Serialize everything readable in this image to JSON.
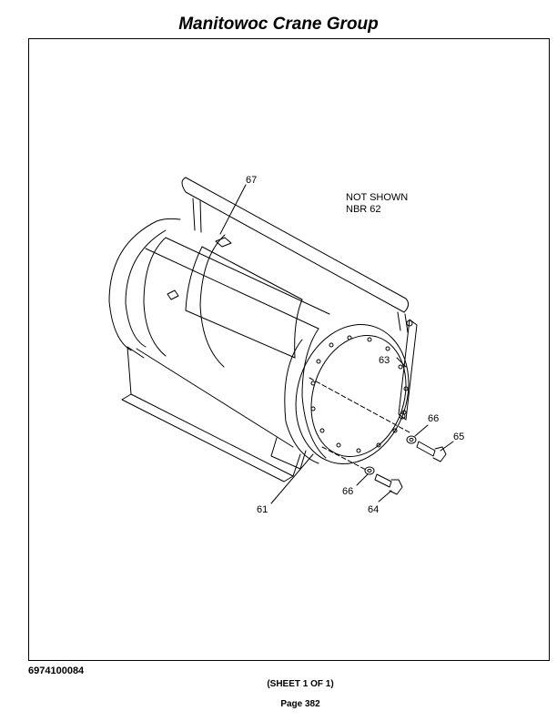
{
  "header": {
    "title": "Manitowoc Crane Group"
  },
  "drawing": {
    "note_line1": "NOT SHOWN",
    "note_line2": "NBR 62",
    "callouts": {
      "c61": "61",
      "c63": "63",
      "c64": "64",
      "c65": "65",
      "c66a": "66",
      "c66b": "66",
      "c67": "67"
    }
  },
  "footer": {
    "doc_number": "6974100084",
    "sheet": "(SHEET 1 OF 1)",
    "page": "Page 382"
  }
}
